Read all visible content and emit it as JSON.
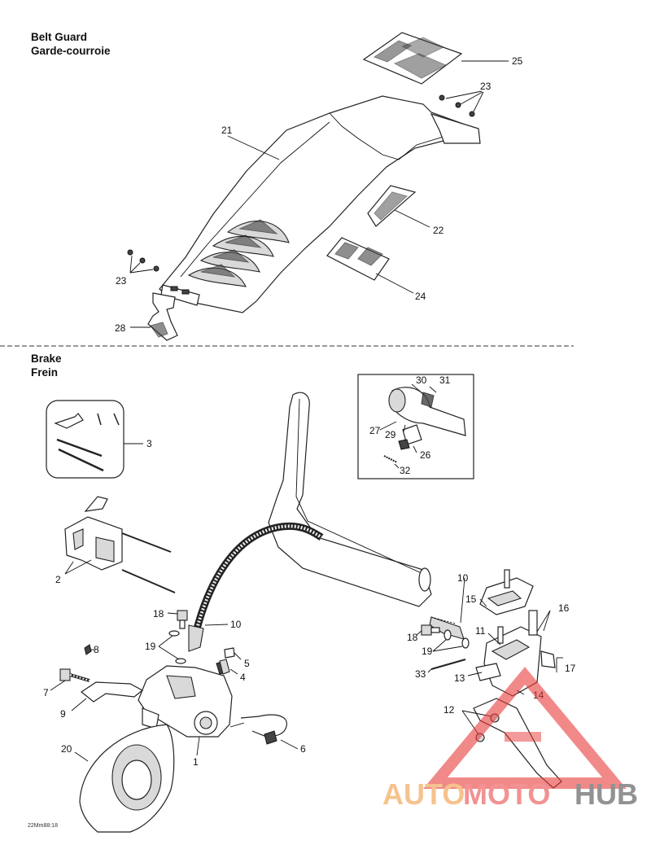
{
  "sections": {
    "belt_guard": {
      "title_en": "Belt Guard",
      "title_fr": "Garde-courroie"
    },
    "brake": {
      "title_en": "Brake",
      "title_fr": "Frein"
    }
  },
  "callouts": {
    "c1": "1",
    "c2": "2",
    "c3": "3",
    "c4": "4",
    "c5": "5",
    "c6": "6",
    "c7": "7",
    "c8": "8",
    "c9": "9",
    "c10a": "10",
    "c10b": "10",
    "c11": "11",
    "c12": "12",
    "c13": "13",
    "c14": "14",
    "c15": "15",
    "c16": "16",
    "c17": "17",
    "c18a": "18",
    "c18b": "18",
    "c19a": "19",
    "c19b": "19",
    "c20": "20",
    "c21": "21",
    "c22": "22",
    "c23a": "23",
    "c23b": "23",
    "c24": "24",
    "c25": "25",
    "c26": "26",
    "c27": "27",
    "c28": "28",
    "c29": "29",
    "c30": "30",
    "c31": "31",
    "c32": "32",
    "c33": "33"
  },
  "drawing_code": "22Mm88:18",
  "watermark": {
    "part1": "AUTO",
    "part2": "MOTO",
    "part3": "HUB",
    "colors": {
      "auto": "#f5b87a",
      "moto": "#f08080",
      "hub": "#808080",
      "triangle": "#e83a3a"
    }
  }
}
